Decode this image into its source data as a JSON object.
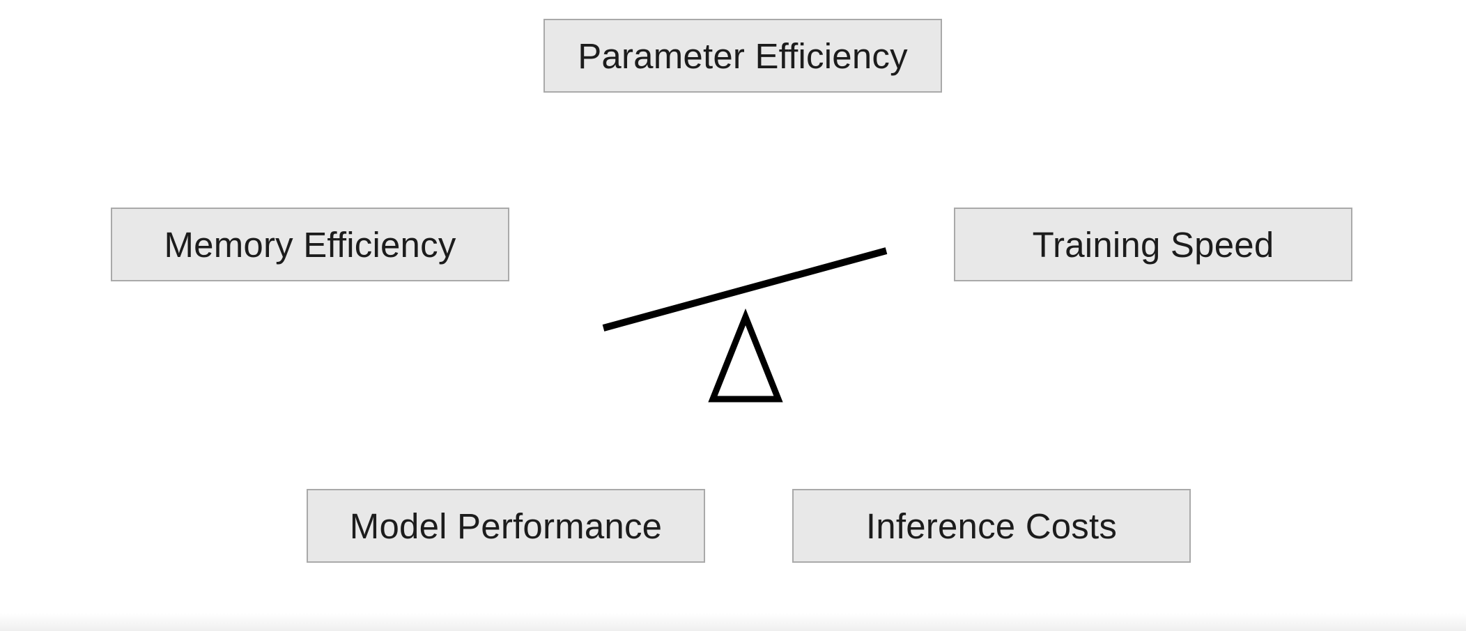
{
  "diagram": {
    "boxes": {
      "parameter_efficiency": "Parameter Efficiency",
      "memory_efficiency": "Memory Efficiency",
      "training_speed": "Training Speed",
      "model_performance": "Model Performance",
      "inference_costs": "Inference Costs"
    },
    "center_icon": "balance-scale-icon",
    "colors": {
      "box_fill": "#e8e8e8",
      "box_border": "#a9a9a9",
      "text": "#1c1c1c",
      "scale": "#000000"
    }
  }
}
